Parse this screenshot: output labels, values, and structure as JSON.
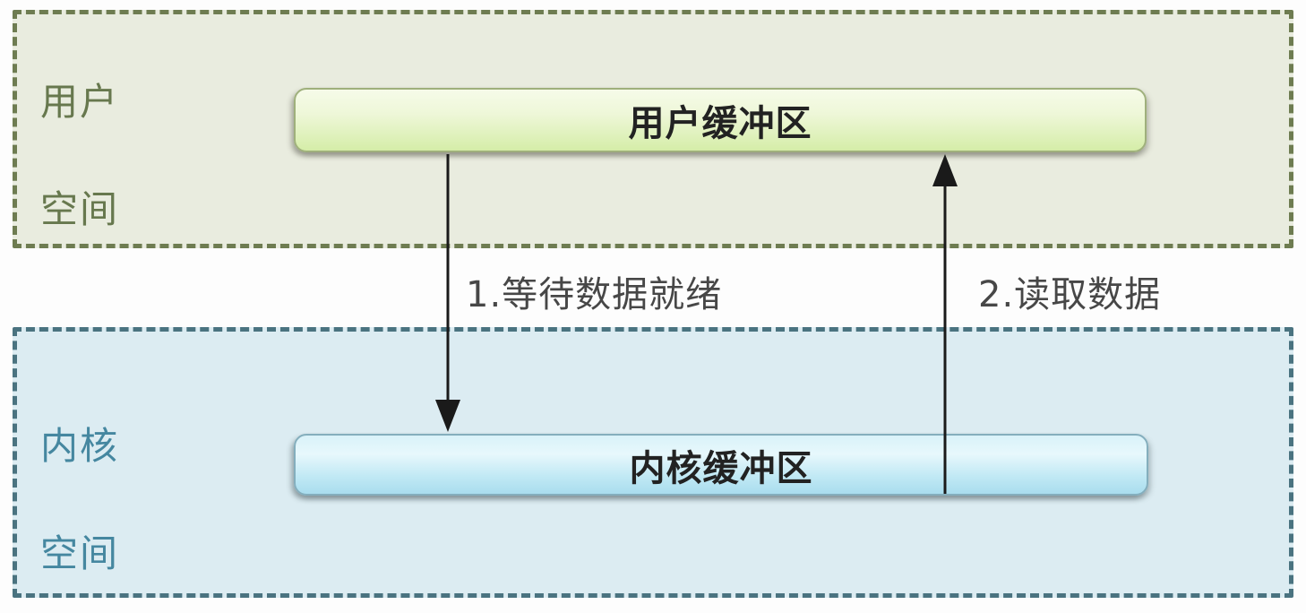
{
  "diagram": {
    "type": "os-io-buffer-diagram",
    "regions": {
      "user_space": {
        "label": "用户空间",
        "label_line1": "用户",
        "label_line2": "空间",
        "buffer_label": "用户缓冲区"
      },
      "kernel_space": {
        "label": "内核空间",
        "label_line1": "内核",
        "label_line2": "空间",
        "buffer_label": "内核缓冲区"
      }
    },
    "arrows": [
      {
        "label": "1.等待数据就绪",
        "direction": "down"
      },
      {
        "label": "2.读取数据",
        "direction": "up"
      }
    ]
  },
  "colors": {
    "page_bg": "#fdfdfd",
    "user_space_bg": "#e9ecdf",
    "user_space_border": "#6e7c51",
    "user_space_label": "#67784e",
    "user_buffer_top": "#f6fbe9",
    "user_buffer_bottom": "#d5eda8",
    "user_buffer_border": "#9fb07c",
    "kernel_space_bg": "#dcecf2",
    "kernel_space_border": "#4a7380",
    "kernel_space_label": "#4587a0",
    "kernel_buffer_top": "#d9f2f9",
    "kernel_buffer_bottom": "#a9ddee",
    "kernel_buffer_border": "#84aebd",
    "buffer_text": "#222222",
    "arrow_color": "#1a1a1a",
    "arrow_label": "#474747"
  }
}
